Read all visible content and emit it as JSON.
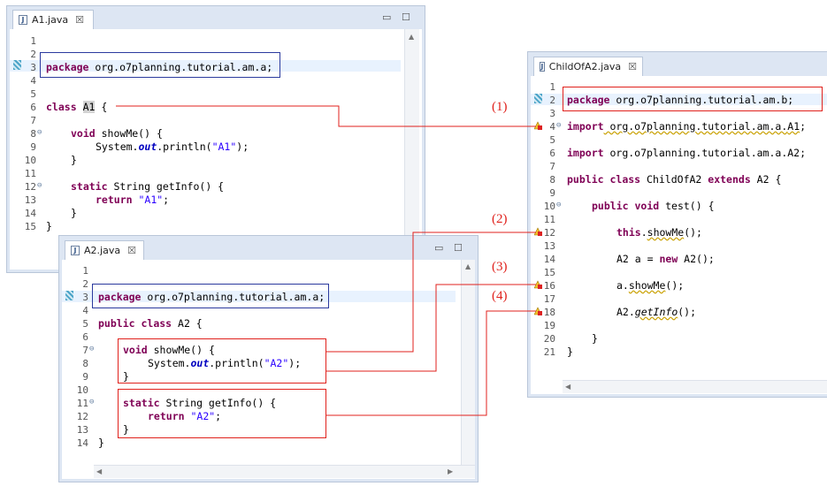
{
  "a1": {
    "tab_label": "A1.java",
    "file_icon": "J",
    "line_numbers": [
      "1",
      "2",
      "3",
      "4",
      "5",
      "6",
      "7",
      "8",
      "9",
      "10",
      "11",
      "12",
      "13",
      "14",
      "15"
    ],
    "code": {
      "package_kw": "package",
      "package_name": " org.o7planning.tutorial.am.a;",
      "class_kw": "class",
      "class_name": "A1",
      "class_brace": " {",
      "l8_kw": "void",
      "l8_rest": " showMe() {",
      "l9_pre": "System.",
      "l9_out": "out",
      "l9_mid": ".println(",
      "l9_str": "\"A1\"",
      "l9_end": ");",
      "l10": "}",
      "l12_kw": "static",
      "l12_rest": " String getInfo() {",
      "l13_kw": "return",
      "l13_str": " \"A1\"",
      "l13_end": ";",
      "l14": "}",
      "l15": "}"
    }
  },
  "a2": {
    "tab_label": "A2.java",
    "file_icon": "J",
    "line_numbers": [
      "1",
      "2",
      "3",
      "4",
      "5",
      "6",
      "7",
      "8",
      "9",
      "10",
      "11",
      "12",
      "13",
      "14"
    ],
    "code": {
      "package_kw": "package",
      "package_name": " org.o7planning.tutorial.am.a;",
      "l5_kw1": "public",
      "l5_kw2": "class",
      "l5_rest": " A2 {",
      "l7_kw": "void",
      "l7_rest": " showMe() {",
      "l8_pre": "System.",
      "l8_out": "out",
      "l8_mid": ".println(",
      "l8_str": "\"A2\"",
      "l8_end": ");",
      "l9": "}",
      "l11_kw": "static",
      "l11_rest": " String getInfo() {",
      "l12_kw": "return",
      "l12_str": " \"A2\"",
      "l12_end": ";",
      "l13": "}",
      "l14": "}"
    }
  },
  "child": {
    "tab_label": "ChildOfA2.java",
    "file_icon": "J",
    "line_numbers": [
      "1",
      "2",
      "3",
      "4",
      "5",
      "6",
      "7",
      "8",
      "9",
      "10",
      "11",
      "12",
      "13",
      "14",
      "15",
      "16",
      "17",
      "18",
      "19",
      "20",
      "21"
    ],
    "code": {
      "package_kw": "package",
      "package_name": " org.o7planning.tutorial.am.b;",
      "import_kw": "import",
      "import1_a": " org.o7planning.tutorial.am.a.",
      "import1_b": "A1",
      "import1_c": ";",
      "import2": " org.o7planning.tutorial.am.a.A2;",
      "l8_kw1": "public",
      "l8_kw2": "class",
      "l8_mid": " ChildOfA2 ",
      "l8_kw3": "extends",
      "l8_rest": " A2 {",
      "l10_kw1": "public",
      "l10_kw2": "void",
      "l10_rest": " test() {",
      "l12_kw": "this",
      "l12_dot": ".",
      "l12_call": "showMe",
      "l12_end": "();",
      "l14_a": "A2 a = ",
      "l14_kw": "new",
      "l14_b": " A2();",
      "l16_a": "a.",
      "l16_call": "showMe",
      "l16_end": "();",
      "l18_a": "A2.",
      "l18_call": "getInfo",
      "l18_end": "();",
      "l20": "}",
      "l21": "}"
    }
  },
  "callouts": [
    "(1)",
    "(2)",
    "(3)",
    "(4)"
  ],
  "window_buttons": {
    "minimize": "▭",
    "maximize": "☐"
  },
  "close_glyph": "☒",
  "fold_glyph": "⊖",
  "colors": {
    "annotation_red": "#e0211c",
    "annotation_blue": "#2b3a9e",
    "keyword": "#7f0055",
    "string": "#2a00ff"
  }
}
